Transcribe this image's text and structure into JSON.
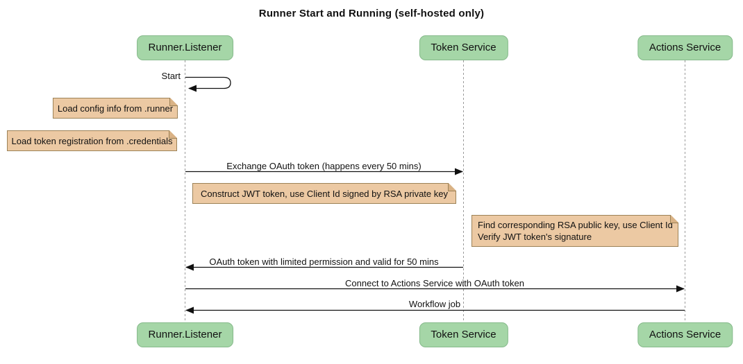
{
  "diagram": {
    "type": "sequence-diagram",
    "title": "Runner Start and Running (self-hosted only)"
  },
  "participants": [
    {
      "label": "Runner.Listener"
    },
    {
      "label": "Token Service"
    },
    {
      "label": "Actions Service"
    }
  ],
  "messages": {
    "self_start": {
      "from": "Runner.Listener",
      "to": "Runner.Listener",
      "label": "Start"
    },
    "exchange": {
      "from": "Runner.Listener",
      "to": "Token Service",
      "label": "Exchange OAuth token (happens every 50 mins)"
    },
    "oauth_return": {
      "from": "Token Service",
      "to": "Runner.Listener",
      "label": "OAuth token with limited permission and valid for 50 mins"
    },
    "connect": {
      "from": "Runner.Listener",
      "to": "Actions Service",
      "label": "Connect to Actions Service with OAuth token"
    },
    "workflow": {
      "from": "Actions Service",
      "to": "Runner.Listener",
      "label": "Workflow job"
    }
  },
  "notes": [
    {
      "over": "Runner.Listener",
      "lines": [
        "Load config info from .runner"
      ]
    },
    {
      "over": "Runner.Listener",
      "lines": [
        "Load token registration from .credentials"
      ]
    },
    {
      "over": "Runner.Listener,Token Service",
      "lines": [
        "Construct JWT token, use Client Id signed by RSA private key"
      ]
    },
    {
      "over": "Actions Service",
      "lines": [
        "Find corresponding RSA public key, use Client Id",
        "Verify JWT token's signature"
      ]
    }
  ],
  "colors": {
    "participant_fill": "#a5d6a7",
    "participant_border": "#85b98a",
    "note_fill": "#ecc9a3",
    "note_border": "#9c8257",
    "note_fold": "#d9b285",
    "lifeline": "#9a9a9a",
    "arrow": "#111111"
  }
}
